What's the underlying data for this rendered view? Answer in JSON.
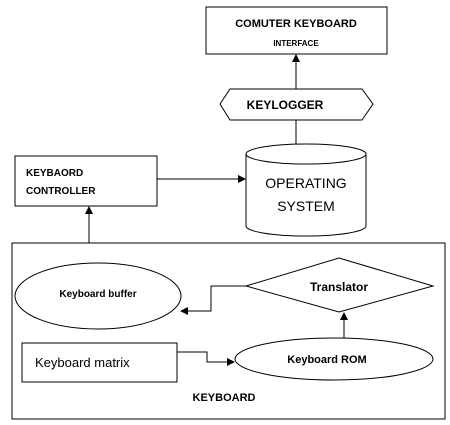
{
  "nodes": {
    "interface": {
      "line1": "COMUTER KEYBOARD",
      "line2": "INTERFACE"
    },
    "keylogger": {
      "label": "KEYLOGGER"
    },
    "os": {
      "line1": "OPERATING",
      "line2": "SYSTEM"
    },
    "controller": {
      "line1": "KEYBAORD",
      "line2": "CONTROLLER"
    },
    "keyboard_group": {
      "label": "KEYBOARD"
    },
    "buffer": {
      "label": "Keyboard buffer"
    },
    "translator": {
      "label": "Translator"
    },
    "matrix": {
      "label": "Keyboard matrix"
    },
    "rom": {
      "label": "Keyboard ROM"
    }
  },
  "colors": {
    "stroke": "#000000",
    "fill": "#ffffff",
    "text": "#000000"
  }
}
